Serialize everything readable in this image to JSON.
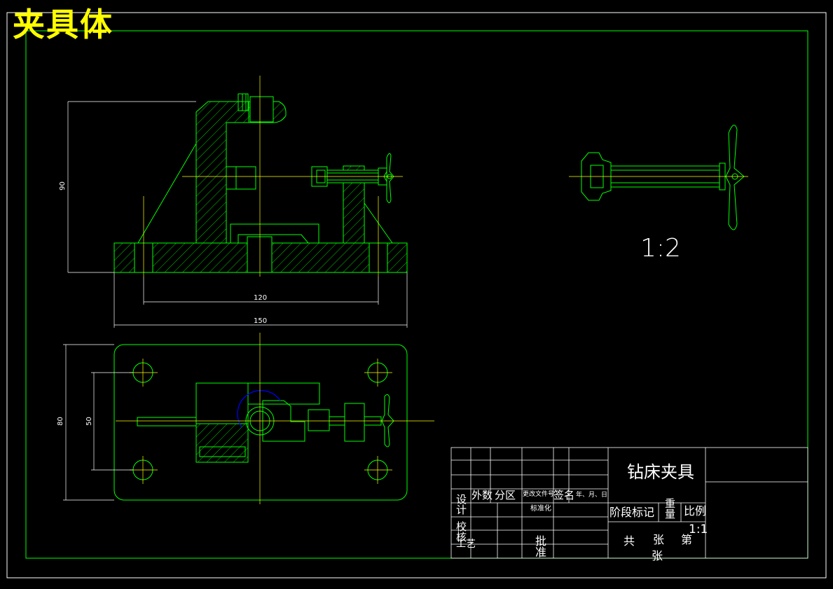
{
  "drawing": {
    "title": "夹具体",
    "view_scale": "1:2",
    "dimensions": {
      "height_front": "90",
      "hole_spacing": "120",
      "base_length": "150",
      "width_top": "80",
      "inner_width_top": "50"
    }
  },
  "title_block": {
    "part_name": "钻床夹具",
    "labels": {
      "marks": "外数",
      "zone": "分区",
      "change_doc": "更改文件号",
      "signature": "签名",
      "date": "年、月、日",
      "design": "设计",
      "standardize": "标准化",
      "check": "校核",
      "process": "工艺",
      "approve": "批准",
      "stage_mark": "阶段标记",
      "weight": "重量",
      "ratio": "比例",
      "ratio_value": "1:1",
      "total": "共",
      "sheet": "张",
      "number": "第",
      "sheet2": "张"
    }
  },
  "colors": {
    "outline": "#00ff00",
    "title": "#ffff00",
    "text": "#ffffff",
    "centerline": "#ffff00",
    "accent": "#0000ff"
  }
}
